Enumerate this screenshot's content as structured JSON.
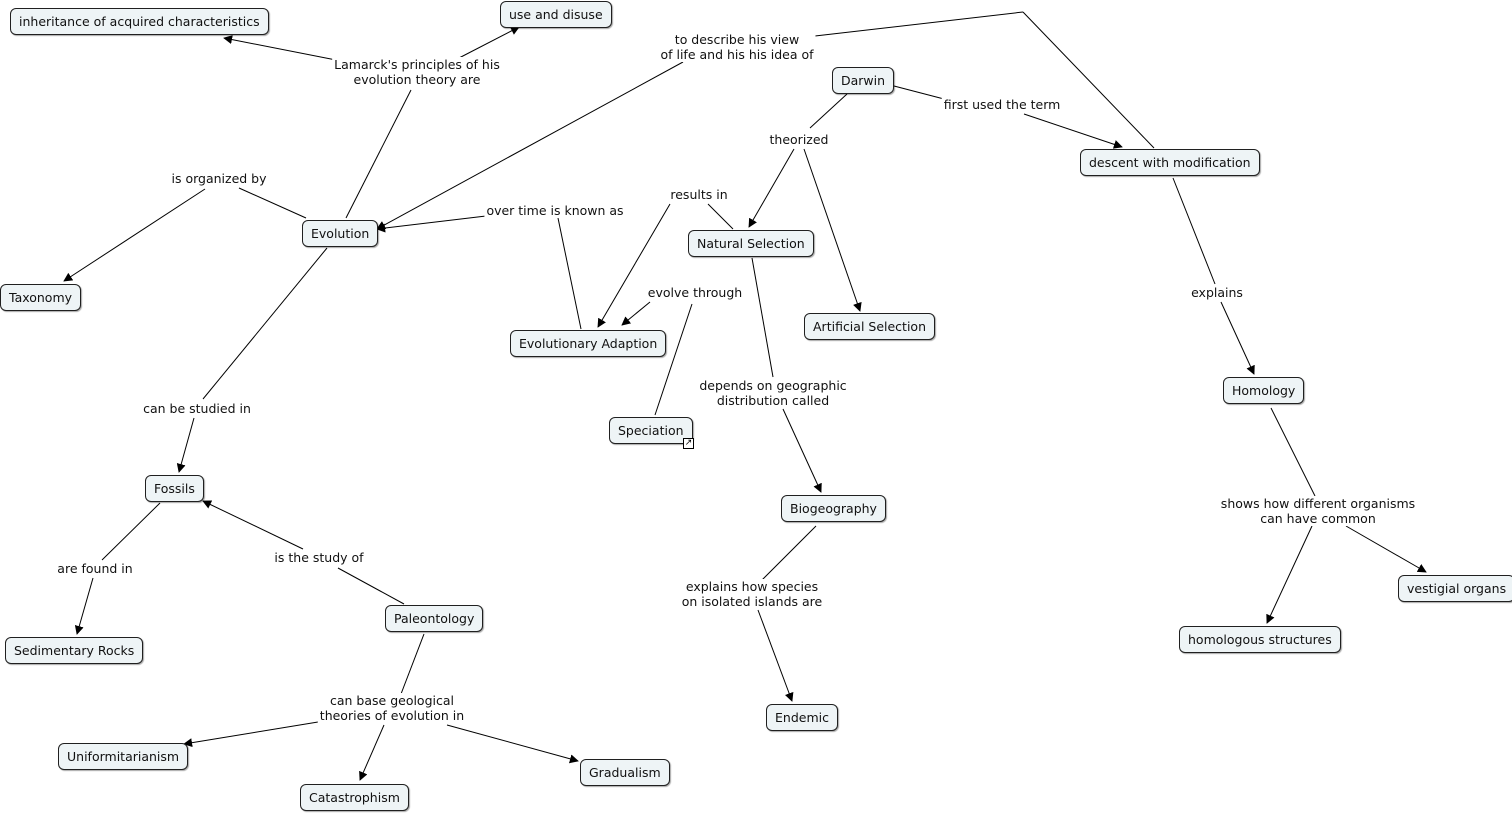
{
  "nodes": {
    "inheritance": "inheritance of acquired characteristics",
    "use_disuse": "use and disuse",
    "evolution": "Evolution",
    "taxonomy": "Taxonomy",
    "fossils": "Fossils",
    "sedimentary": "Sedimentary Rocks",
    "paleontology": "Paleontology",
    "uniformitarianism": "Uniformitarianism",
    "catastrophism": "Catastrophism",
    "gradualism": "Gradualism",
    "darwin": "Darwin",
    "natural_selection": "Natural Selection",
    "evolutionary_adaption": "Evolutionary Adaption",
    "artificial_selection": "Artificial Selection",
    "speciation": "Speciation",
    "biogeography": "Biogeography",
    "endemic": "Endemic",
    "descent": "descent with modification",
    "homology": "Homology",
    "homologous": "homologous structures",
    "vestigial": "vestigial organs"
  },
  "labels": {
    "lamarck": [
      "Lamarck's principles of his",
      "evolution theory are"
    ],
    "organized": [
      "is organized by"
    ],
    "studied": [
      "can be studied in"
    ],
    "found": [
      "are found in"
    ],
    "study_of": [
      "is the study of"
    ],
    "geological": [
      "can base geological",
      "theories of evolution in"
    ],
    "over_time": [
      "over time is known as"
    ],
    "describe": [
      "to describe his view",
      "of life and his his idea of"
    ],
    "theorized": [
      "theorized"
    ],
    "first_term": [
      "first used the term"
    ],
    "results": [
      "results in"
    ],
    "evolve": [
      "evolve through"
    ],
    "depends": [
      "depends on geographic",
      "distribution called"
    ],
    "islands": [
      "explains how species",
      "on isolated islands are"
    ],
    "explains": [
      "explains"
    ],
    "shows": [
      "shows how different organisms",
      "can have common"
    ]
  },
  "icons": {
    "speciation_link": "external-link-icon"
  }
}
